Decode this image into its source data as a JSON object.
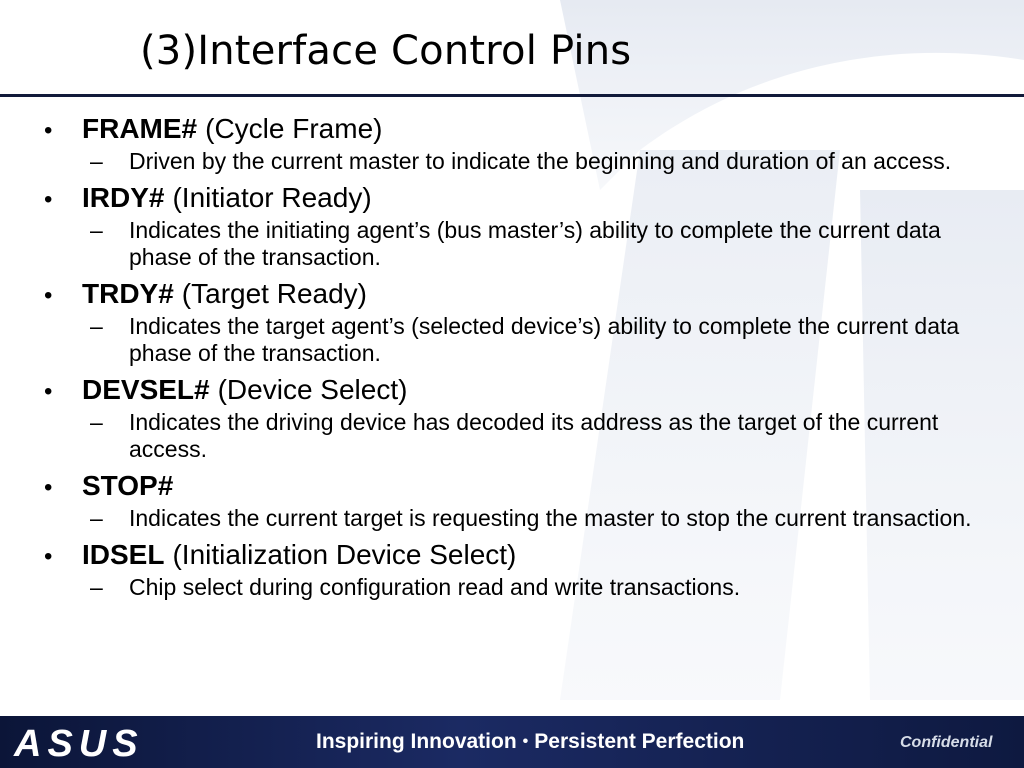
{
  "slide": {
    "title": "(3)Interface Control Pins",
    "bullets": [
      {
        "term": "FRAME#",
        "desc": "(Cycle Frame)",
        "sub": "Driven by the current master to indicate the beginning and duration of an access."
      },
      {
        "term": "IRDY#",
        "desc": "(Initiator Ready)",
        "sub": "Indicates the initiating agent’s (bus master’s) ability to complete the current data phase of  the transaction."
      },
      {
        "term": "TRDY#",
        "desc": "(Target Ready)",
        "sub": "Indicates the target agent’s (selected device’s) ability to complete the current data phase of the  transaction."
      },
      {
        "term": "DEVSEL#",
        "desc": "(Device Select)",
        "sub": "Indicates the driving device has decoded its address as the target of the current access."
      },
      {
        "term": "STOP#",
        "desc": "",
        "sub": "Indicates the current target is requesting the master to stop the current transaction."
      },
      {
        "term": "IDSEL",
        "desc": "(Initialization Device Select)",
        "sub": "Chip select during configuration read and write transactions."
      }
    ]
  },
  "footer": {
    "logo_text": "ASUS",
    "tagline_left": "Inspiring Innovation",
    "tagline_sep": "•",
    "tagline_right": "Persistent Perfection",
    "confidential": "Confidential"
  },
  "colors": {
    "footer_bg": "#1b2a63",
    "title_rule": "#111a3a",
    "watermark": "#c9d2e3"
  }
}
